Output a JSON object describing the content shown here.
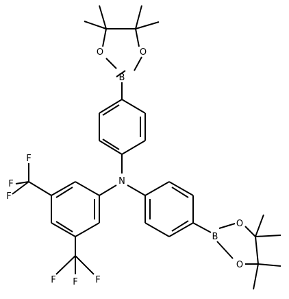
{
  "structure": {
    "atoms": {
      "O1": "O",
      "O2": "O",
      "B1": "B",
      "N1": "N",
      "B2": "B",
      "O3": "O",
      "O4": "O",
      "CF3a_F1": "F",
      "CF3a_F2": "F",
      "CF3a_F3": "F",
      "CF3b_F1": "F",
      "CF3b_F2": "F",
      "CF3b_F3": "F"
    }
  }
}
